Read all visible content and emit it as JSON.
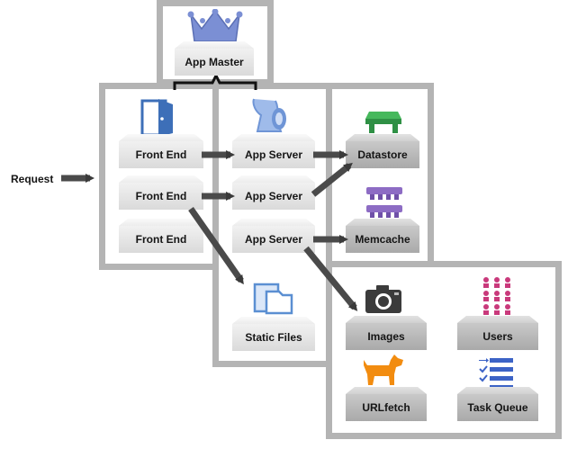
{
  "diagram": {
    "request_label": "Request",
    "app_master": {
      "label": "App Master",
      "icon": "crown-icon"
    },
    "front_ends": [
      "Front End",
      "Front End",
      "Front End"
    ],
    "app_servers": [
      "App Server",
      "App Server",
      "App Server"
    ],
    "static_files": {
      "label": "Static Files",
      "icon": "files-icon"
    },
    "datastore": {
      "label": "Datastore",
      "icon": "datastore-icon"
    },
    "memcache": {
      "label": "Memcache",
      "icon": "memcache-icon"
    },
    "services": [
      {
        "label": "Images",
        "icon": "camera-icon"
      },
      {
        "label": "Users",
        "icon": "users-icon"
      },
      {
        "label": "URLfetch",
        "icon": "dog-icon"
      },
      {
        "label": "Task Queue",
        "icon": "task-list-icon"
      }
    ],
    "colors": {
      "frame": "#b4b4b4",
      "arrow": "#3a3a3a",
      "crown": "#7b8fd4",
      "door": "#3d6fb8",
      "speaker": "#6f95d6",
      "files": "#5b8fd2",
      "datastore": "#35a04c",
      "memcache": "#8d6cc4",
      "camera": "#3b3b3b",
      "users": "#c9397b",
      "dog": "#f28c10",
      "tasks": "#3c63c6"
    }
  }
}
